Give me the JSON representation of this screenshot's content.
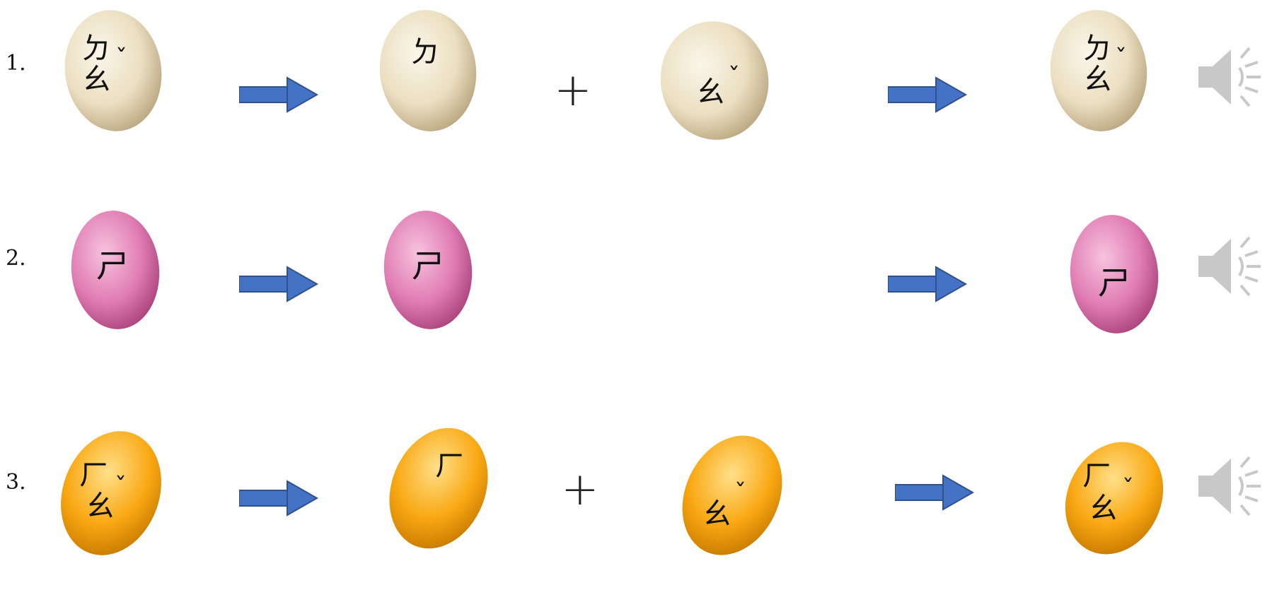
{
  "rows": [
    {
      "number": "1.",
      "color_light": "#f6efdc",
      "color_mid": "#e9dcbc",
      "color_dark": "#b9a47d",
      "word": {
        "initial": "ㄉ",
        "final": "ㄠ",
        "tone": "ˇ"
      },
      "part1": {
        "text": "ㄉ"
      },
      "part2": {
        "text": "ㄠ",
        "tone": "ˇ"
      },
      "has_plus": true,
      "plus_label": "+"
    },
    {
      "number": "2.",
      "color_light": "#f4b3d6",
      "color_mid": "#e275b0",
      "color_dark": "#a9407a",
      "word": {
        "initial": "ㄕ",
        "final": "",
        "tone": ""
      },
      "part1": {
        "text": "ㄕ"
      },
      "part2": null,
      "has_plus": false,
      "plus_label": ""
    },
    {
      "number": "3.",
      "color_light": "#ffd466",
      "color_mid": "#f9a813",
      "color_dark": "#c87b00",
      "word": {
        "initial": "ㄏ",
        "final": "ㄠ",
        "tone": "ˇ"
      },
      "part1": {
        "text": "ㄏ"
      },
      "part2": {
        "text": "ㄠ",
        "tone": "ˇ"
      },
      "has_plus": true,
      "plus_label": "+"
    }
  ],
  "arrow_color": "#4472c4",
  "arrow_stroke": "#2f528f",
  "speaker_color": "#c8c8c8",
  "icons": {
    "arrow": "right-arrow-icon",
    "speaker": "speaker-icon"
  }
}
